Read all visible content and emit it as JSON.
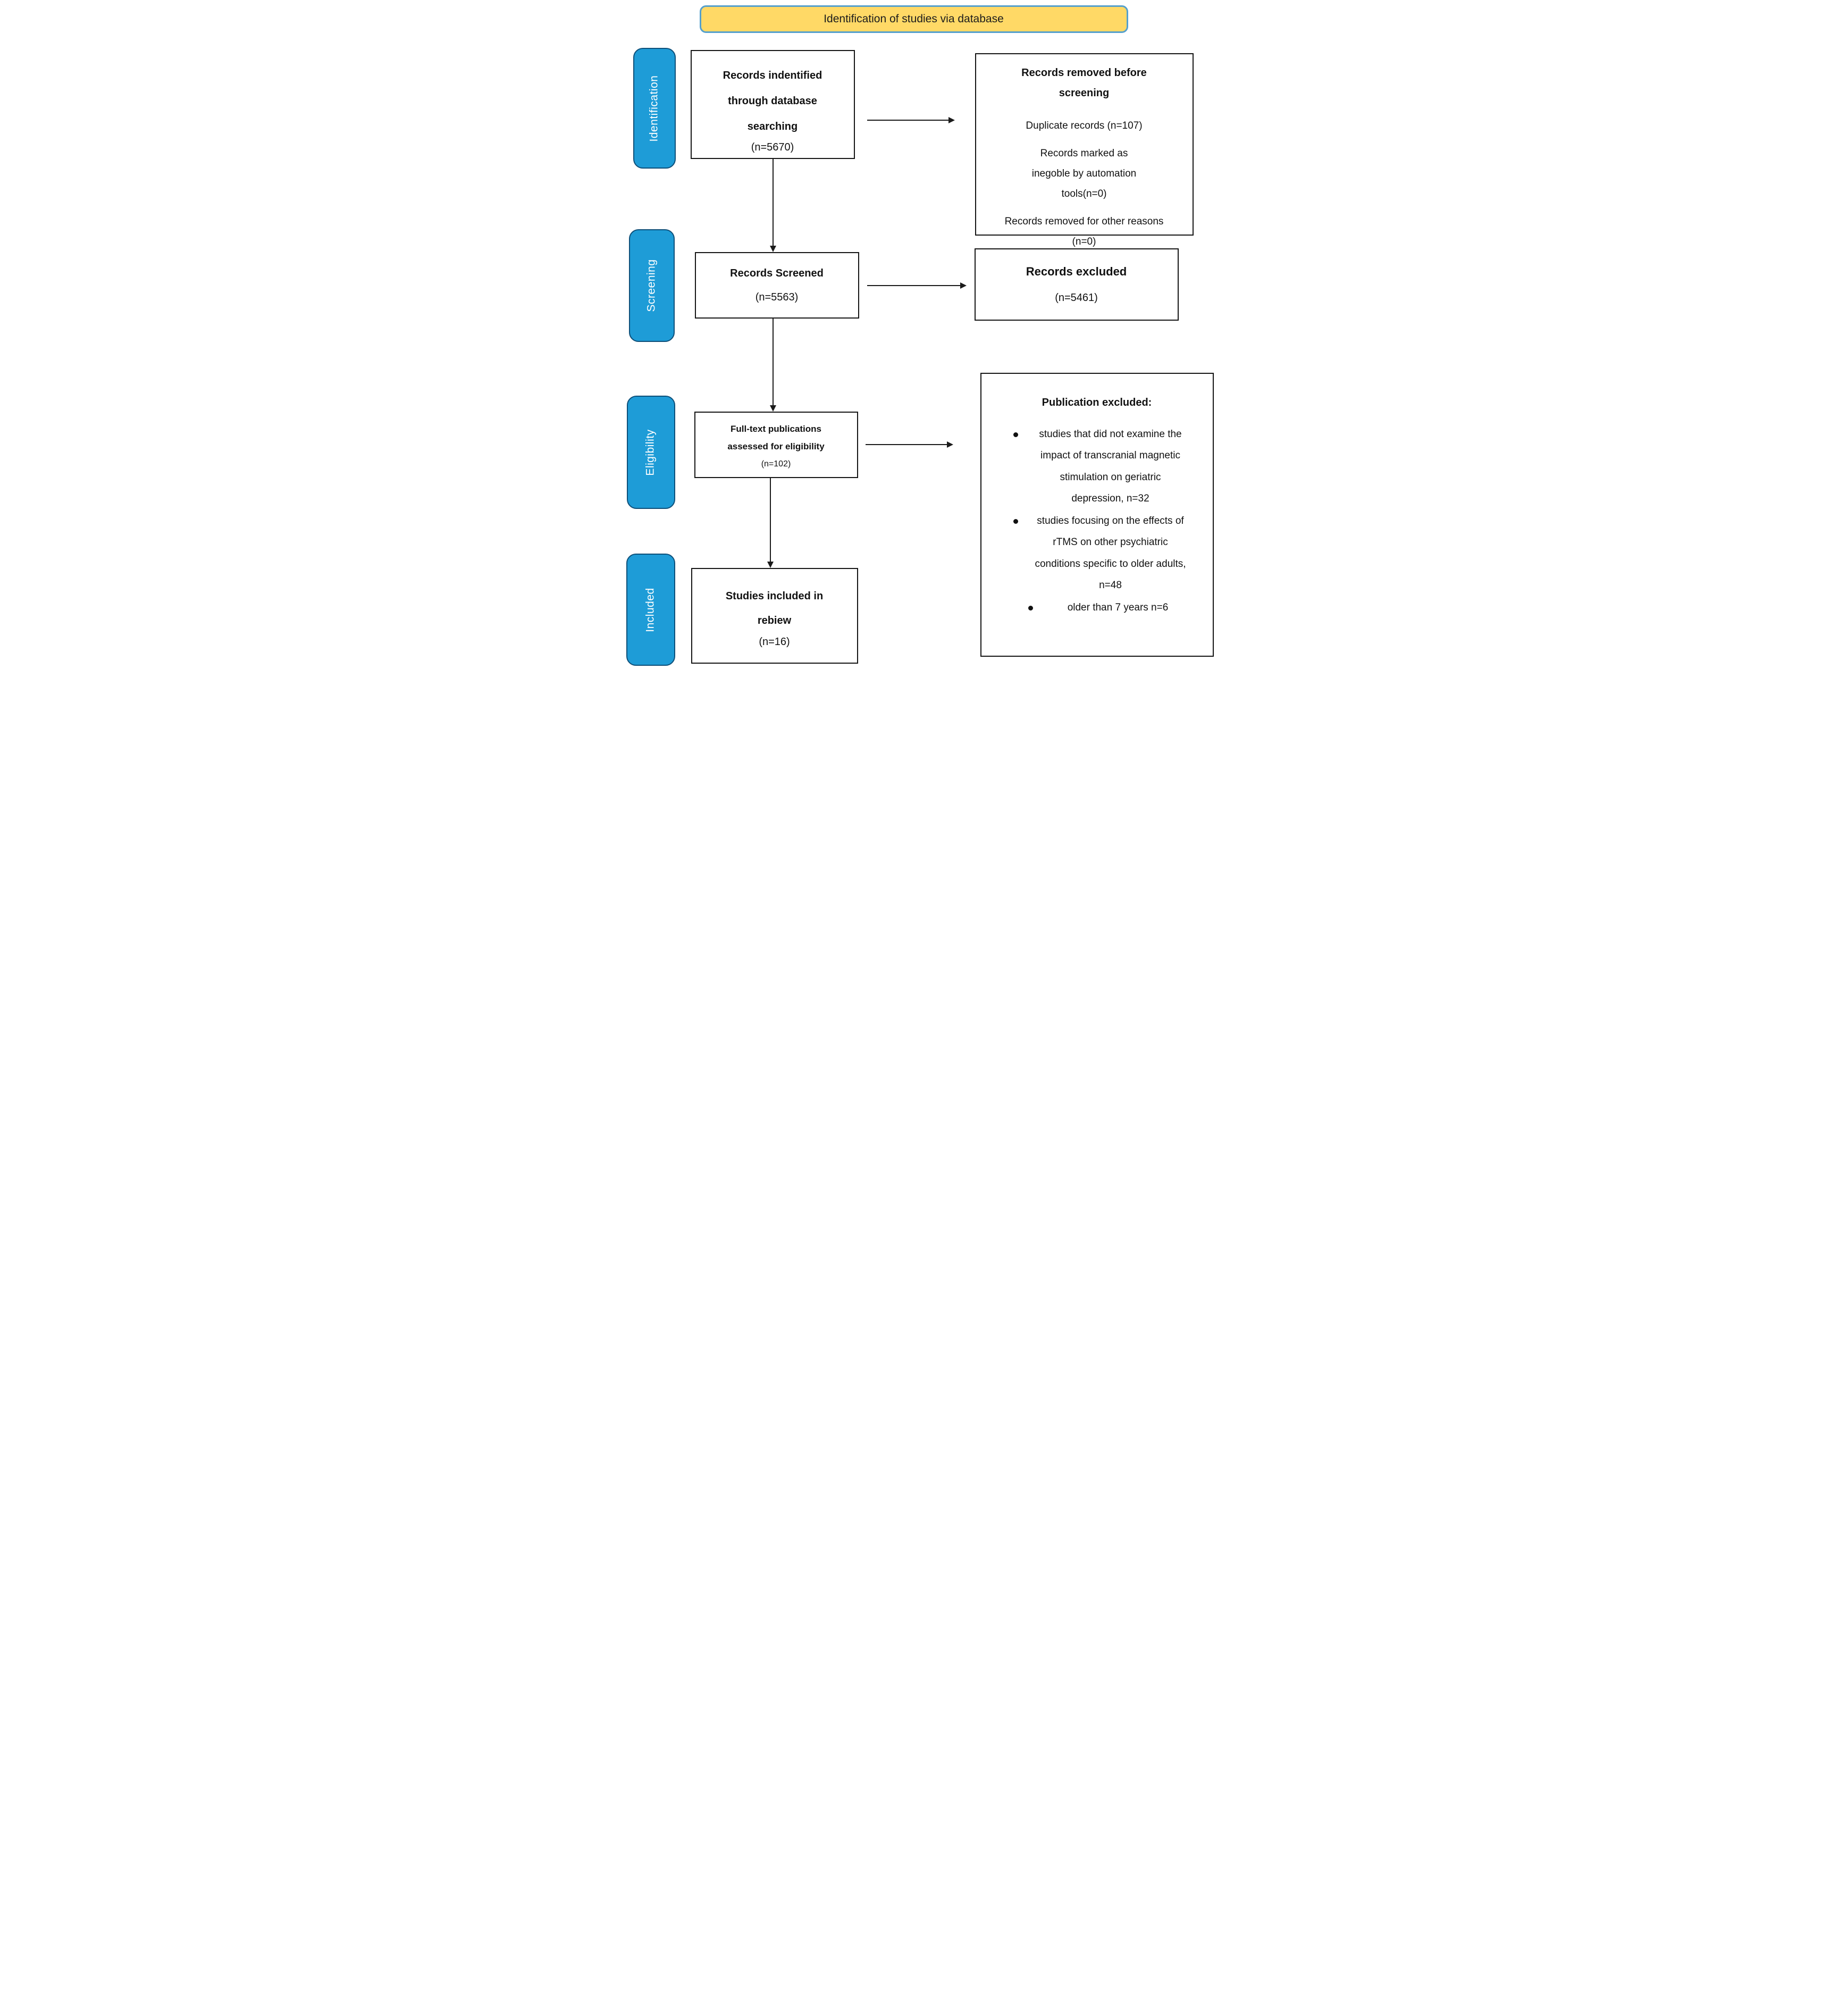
{
  "banner": {
    "label": "Identification of studies via database"
  },
  "stages": [
    {
      "id": "identification",
      "label": "Identification"
    },
    {
      "id": "screening",
      "label": "Screening"
    },
    {
      "id": "eligibility",
      "label": "Eligibility"
    },
    {
      "id": "included",
      "label": "Included"
    }
  ],
  "boxes": {
    "records_identified": {
      "title": "Records indentified through database searching",
      "count": "(n=5670)"
    },
    "records_removed": {
      "title": "Records removed before screening",
      "items": [
        "Duplicate records (n=107)",
        "Records marked as inegoble by automation tools(n=0)",
        "Records removed for other reasons (n=0)"
      ]
    },
    "records_screened": {
      "title": "Records Screened",
      "count": "(n=5563)"
    },
    "records_excluded": {
      "title": "Records excluded",
      "count": "(n=5461)"
    },
    "fulltext_assessed": {
      "title": "Full-text publications assessed for eligibility",
      "count": "(n=102)"
    },
    "publication_excluded": {
      "title": "Publication excluded:",
      "bullets": [
        "studies that did not examine the impact of transcranial magnetic stimulation on geriatric depression, n=32",
        "studies focusing on the effects of rTMS on other psychiatric conditions specific to older adults, n=48",
        "older than 7  years n=6"
      ]
    },
    "studies_included": {
      "title": "Studies included in rebiew",
      "count": "(n=16)"
    }
  },
  "colors": {
    "stage_fill": "#1E9CD7",
    "stage_border": "#0D4F79",
    "banner_fill": "#FFD966",
    "banner_border": "#55A0CD",
    "box_border": "#161616"
  }
}
